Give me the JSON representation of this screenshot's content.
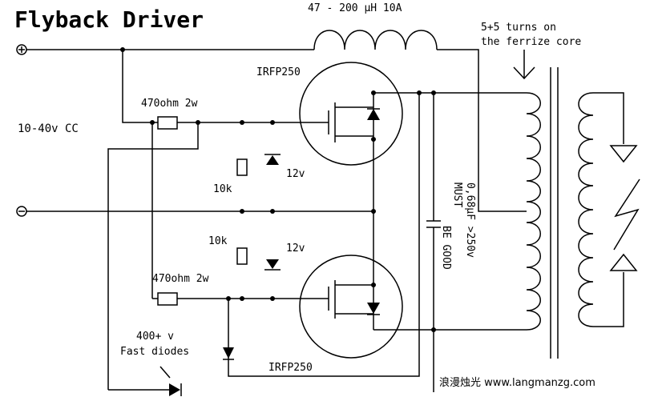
{
  "title": "Flyback Driver",
  "labels": {
    "inductor": "47 - 200 µH 10A",
    "turns": "5+5 turns on",
    "core": "the ferrize core",
    "mosfet_top": "IRFP250",
    "mosfet_bottom": "IRFP250",
    "res_top": "470ohm 2w",
    "res_bottom": "470ohm 2w",
    "supply": "10-40v CC",
    "res10k_top": "10k",
    "res10k_bottom": "10k",
    "zener_top": "12v",
    "zener_bottom": "12v",
    "cap_value": "0,68µF >250v",
    "cap_note_1": "MUST",
    "cap_note_2": "BE GOOD",
    "diode_voltage": "400+ v",
    "diode_type": "Fast diodes",
    "footer": "浪漫烛光 www.langmanzg.com"
  },
  "terminals": {
    "plus": "+",
    "minus": "−"
  },
  "colors": {
    "ink": "#000000",
    "background": "#ffffff"
  }
}
